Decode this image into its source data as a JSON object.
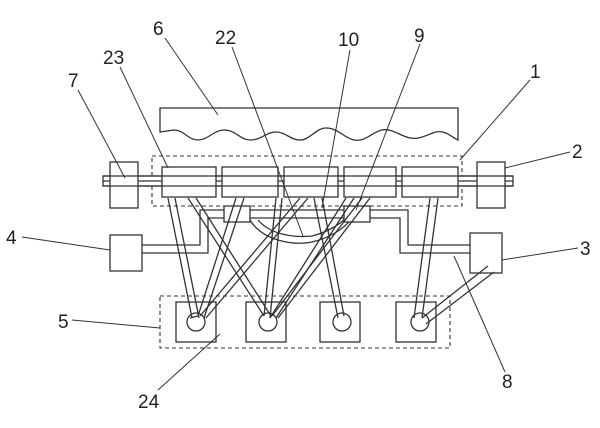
{
  "labels": {
    "l1": "1",
    "l2": "2",
    "l3": "3",
    "l4": "4",
    "l5": "5",
    "l6": "6",
    "l7": "7",
    "l8": "8",
    "l9": "9",
    "l10": "10",
    "l22": "22",
    "l23": "23",
    "l24": "24"
  }
}
